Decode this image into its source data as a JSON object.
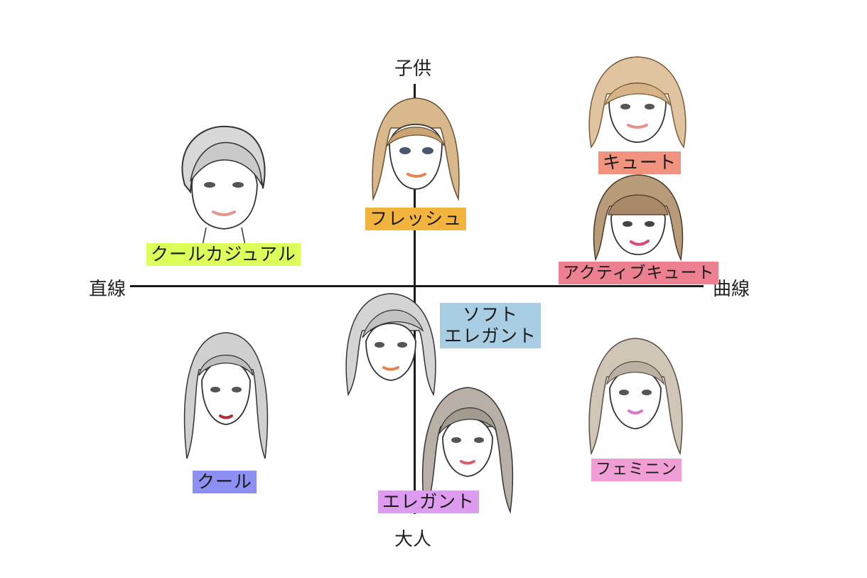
{
  "axes": {
    "top": "子供",
    "bottom": "大人",
    "left": "直線",
    "right": "曲線"
  },
  "types": {
    "cool_casual": "クールカジュアル",
    "fresh": "フレッシュ",
    "cute": "キュート",
    "active_cute": "アクティブキュート",
    "soft_elegant_line1": "ソフト",
    "soft_elegant_line2": "エレガント",
    "cool": "クール",
    "elegant": "エレガント",
    "feminine": "フェミニン"
  },
  "colors": {
    "cool_casual": "#dcff5a",
    "fresh": "#f2b43c",
    "cute": "#f2937f",
    "active_cute": "#ec7f90",
    "soft_elegant": "#a9cde3",
    "cool": "#8d8ff2",
    "elegant": "#dd9cf0",
    "feminine": "#f19ed6"
  }
}
